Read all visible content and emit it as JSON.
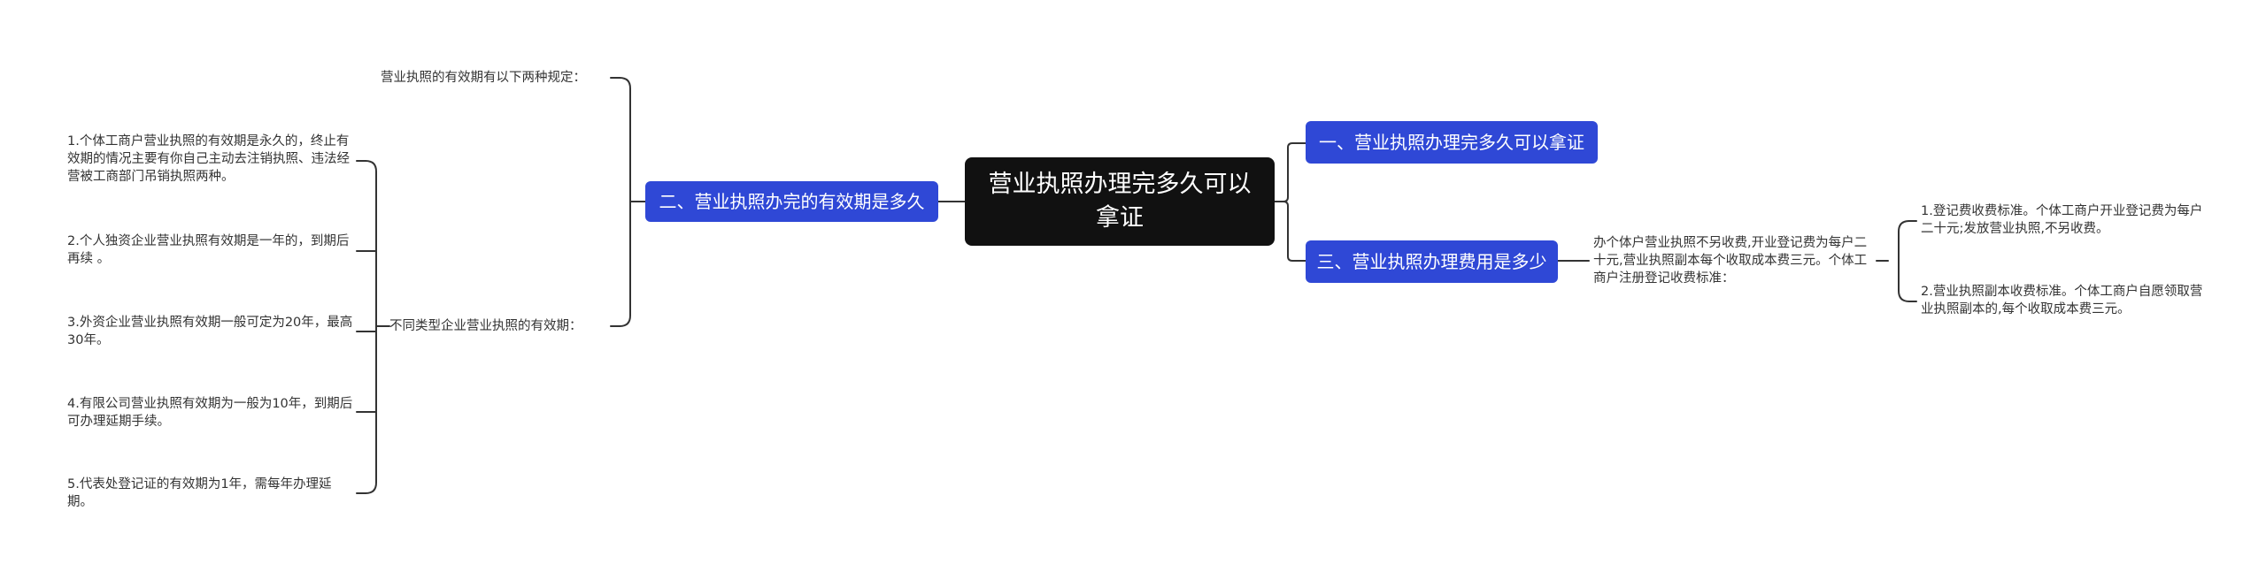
{
  "root": {
    "title": "营业执照办理完多久可以拿证"
  },
  "branches": {
    "b1": {
      "label": "一、营业执照办理完多久可以拿证"
    },
    "b2": {
      "label": "二、营业执照办完的有效期是多久"
    },
    "b3": {
      "label": "三、营业执照办理费用是多少"
    }
  },
  "b2_children": {
    "intro": "营业执照的有效期有以下两种规定：",
    "types_label": "不同类型企业营业执照的有效期：",
    "items": [
      "1.个体工商户营业执照的有效期是永久的，终止有效期的情况主要有你自己主动去注销执照、违法经营被工商部门吊销执照两种。",
      "2.个人独资企业营业执照有效期是一年的，到期后再续 。",
      "3.外资企业营业执照有效期一般可定为20年，最高30年。",
      "4.有限公司营业执照有效期为一般为10年，到期后可办理延期手续。",
      "5.代表处登记证的有效期为1年，需每年办理延期。"
    ]
  },
  "b3_children": {
    "summary": "办个体户营业执照不另收费,开业登记费为每户二十元,营业执照副本每个收取成本费三元。个体工商户注册登记收费标准：",
    "items": [
      "1.登记费收费标准。个体工商户开业登记费为每户二十元;发放营业执照,不另收费。",
      "2.营业执照副本收费标准。个体工商户自愿领取营业执照副本的,每个收取成本费三元。"
    ]
  },
  "colors": {
    "root_bg": "#111111",
    "branch_bg": "#2f48d6",
    "line": "#333333",
    "text": "#333333"
  }
}
